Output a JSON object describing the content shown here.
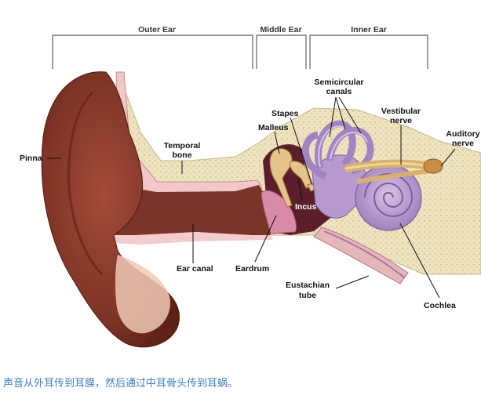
{
  "sections": {
    "outer": "Outer Ear",
    "middle": "Middle Ear",
    "inner": "Inner Ear"
  },
  "labels": {
    "pinna": "Pinna",
    "temporal_bone": [
      "Temporal",
      "bone"
    ],
    "ear_canal": "Ear canal",
    "eardrum": "Eardrum",
    "malleus": "Malleus",
    "stapes": "Stapes",
    "incus": "Incus",
    "semicircular_canals": [
      "Semicircular",
      "canals"
    ],
    "vestibular_nerve": [
      "Vestibular",
      "nerve"
    ],
    "auditory_nerve": [
      "Auditory",
      "nerve"
    ],
    "eustachian_tube": [
      "Eustachian",
      "tube"
    ],
    "cochlea": "Cochlea"
  },
  "caption": "声音从外耳传到耳膜，然后通过中耳骨头传到耳蜗。",
  "colors": {
    "bone": "#eee3bf",
    "skin": "#8a3a2c",
    "canal": "#7a3428",
    "labyrinth": "#b79ad0",
    "cavity": "#5a1f2a",
    "caption": "#3f7fbf"
  }
}
